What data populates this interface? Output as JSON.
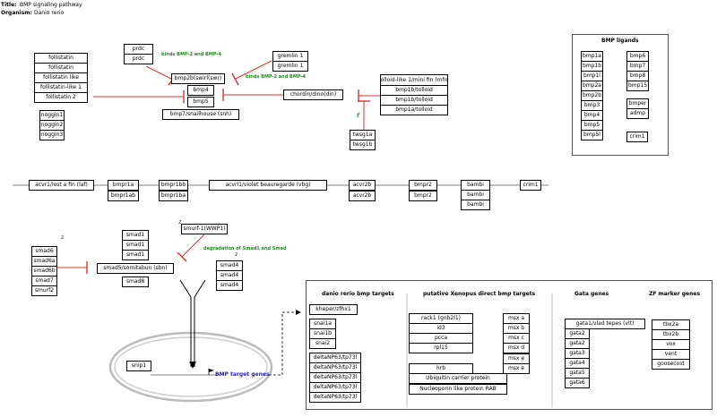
{
  "header": {
    "title_label": "Title:",
    "title_value": "BMP signaling pathway",
    "organism_label": "Organism:",
    "organism_value": "Danio rerio"
  },
  "extracellular": {
    "follistatin": [
      "follistatin",
      "follistatin",
      "follistatin like",
      "follistatin-like 1",
      "follistatin 2"
    ],
    "noggin": [
      "noggin1",
      "noggin2",
      "noggin3"
    ],
    "prdc": [
      "prdc",
      "prdc"
    ],
    "bmp_core": [
      "bmp2b(swirl(swr)",
      "bmp4",
      "bmp5",
      "bmp7/snailhouse (snh)"
    ],
    "gremlin": [
      "gremlin 1",
      "gremlin 1"
    ],
    "chordin": "chordin/dino(din)",
    "tolloid": [
      "tolloid-like 1/mini fin (mfn)",
      "bmp1b/tolloid",
      "bmp1b/tolloid",
      "bmp1a/tolloid"
    ],
    "twsg": [
      "twsg1a",
      "twsg1b"
    ],
    "binds_note_1": "binds BMP-2 and BMP-4",
    "binds_note_2": "binds BMP-2 and BMP-4",
    "f_label": "f"
  },
  "bmp_ligands": {
    "title": "BMP ligands",
    "col1": [
      "bmp1a",
      "bmp1b",
      "bmp1l",
      "bmp2a",
      "bmp2b",
      "bmp3",
      "bmp4",
      "bmp5",
      "bmp5l"
    ],
    "col2": [
      "bmp6",
      "bmp7",
      "bmp8",
      "bmp15"
    ],
    "col3": [
      "bmper",
      "admp"
    ],
    "crim": "crim1"
  },
  "membrane": {
    "receptors": [
      "acvr1/lost a fin (laf)",
      "bmpr1a",
      "bmpr1ab",
      "bmpr1bb",
      "bmpr1ba",
      "acvrl1/violet beauregarde (vbg)",
      "acvr2b",
      "acvr2b",
      "bmpr2",
      "bmpr2",
      "bambi",
      "bambi",
      "bambi",
      "crim1"
    ]
  },
  "intracellular": {
    "smad_inhib": [
      "smad6",
      "smad6a",
      "smad6b",
      "smad7",
      "smurf2"
    ],
    "smad1": [
      "smad1",
      "smad1",
      "smad1"
    ],
    "smad5": "smad5/somitabun (sbn)",
    "smad8": "smad8",
    "smurf": "smurf-1(WWP1)",
    "smad4": [
      "smad4",
      "smad4",
      "smad4"
    ],
    "degradation_note": "degradation of Smad1 and Smad",
    "sup_a": "2",
    "sup_b": "2",
    "sup_c": "2",
    "snip": "snip1",
    "target_genes": "BMP target genes"
  },
  "targets": {
    "section1_title": "danio rerio bmp targets",
    "section2_title": "putative Xenopus direct bmp targets",
    "section3_title": "Gata genes",
    "section4_title": "ZF marker genes",
    "danio": [
      "kheper/zfhx1",
      "snai1a",
      "snai1b",
      "snai2",
      "deltaNP63/tp73l",
      "deltaNP63/tp73l",
      "deltaNP63/tp73l",
      "deltaNP63/tp73l",
      "deltaNP63/tp73l"
    ],
    "xenopus": [
      "rack1 (gnb2l1)",
      "id3",
      "pcca",
      "rpl15"
    ],
    "msx": [
      "msx a",
      "msx b",
      "msx c",
      "msx d",
      "msx e",
      "msx e"
    ],
    "hrb": "hrb",
    "ubiq": "Ubiquitin carrier protein",
    "nucleo": "Nucleoporin like protein RAB",
    "gata": [
      "gata1/vlad tepes (vlt)",
      "gata2",
      "gata2",
      "gata3",
      "gata4",
      "gata5",
      "gata6"
    ],
    "zf": [
      "tbx2a",
      "tbx2b",
      "vox",
      "vent",
      "goosecoid"
    ]
  },
  "colors": {
    "inhibit": "#e03030",
    "green_text": "#1f8a1f",
    "blue_text": "#1a1aff"
  }
}
